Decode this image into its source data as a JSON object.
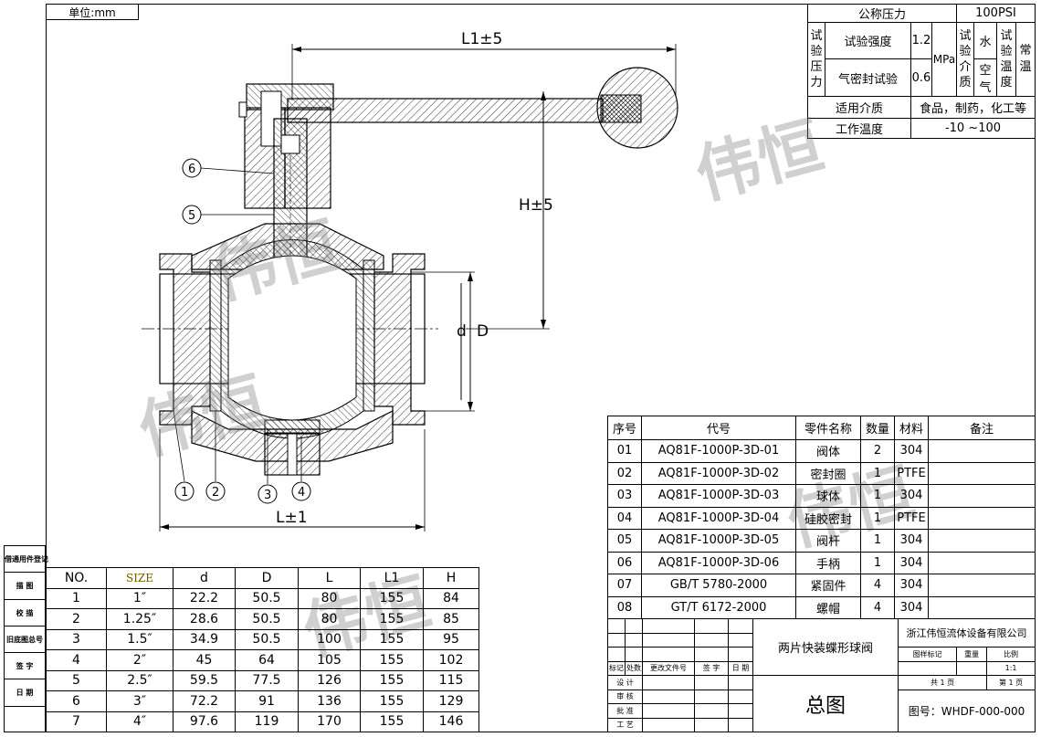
{
  "unit_label": "单位:mm",
  "side_labels": [
    "借通用件登记",
    "描 图",
    "校 描",
    "旧底图总号",
    "签 字",
    "日 期"
  ],
  "spec": {
    "nominal_pressure_label": "公称压力",
    "nominal_pressure_value": "100PSI",
    "test_pressure_label_1": "试",
    "test_pressure_label_2": "验",
    "test_pressure_label_3": "压",
    "test_pressure_label_4": "力",
    "strength_label": "试验强度",
    "strength_value": "1.2",
    "pressure_unit": "MPa",
    "seal_label": "气密封试验",
    "seal_value": "0.6",
    "medium_label_1": "试",
    "medium_label_2": "验",
    "medium_label_3": "介",
    "medium_label_4": "质",
    "medium_water": "水",
    "medium_air": "空气",
    "temp_label_1": "试",
    "temp_label_2": "验",
    "temp_label_3": "温",
    "temp_label_4": "度",
    "temp_value": "常温",
    "applicable_medium_label": "适用介质",
    "applicable_medium_value": "食品，制药，化工等",
    "work_temp_label": "工作温度",
    "work_temp_value": "-10 ~100"
  },
  "drawing": {
    "l1_label": "L1±5",
    "h_label": "H±5",
    "l_label": "L±1",
    "d_label": "d",
    "D_label": "D",
    "callouts": [
      "1",
      "2",
      "3",
      "4",
      "5",
      "6"
    ]
  },
  "dims_table": {
    "headers": [
      "NO.",
      "SIZE",
      "d",
      "D",
      "L",
      "L1",
      "H"
    ],
    "rows": [
      [
        "1",
        "1″",
        "22.2",
        "50.5",
        "80",
        "155",
        "84"
      ],
      [
        "2",
        "1.25″",
        "28.6",
        "50.5",
        "80",
        "155",
        "85"
      ],
      [
        "3",
        "1.5″",
        "34.9",
        "50.5",
        "100",
        "155",
        "95"
      ],
      [
        "4",
        "2″",
        "45",
        "64",
        "105",
        "155",
        "102"
      ],
      [
        "5",
        "2.5″",
        "59.5",
        "77.5",
        "126",
        "155",
        "115"
      ],
      [
        "6",
        "3″",
        "72.2",
        "91",
        "136",
        "155",
        "129"
      ],
      [
        "7",
        "4″",
        "97.6",
        "119",
        "170",
        "155",
        "146"
      ]
    ]
  },
  "parts_table": {
    "headers": [
      "序号",
      "代号",
      "零件名称",
      "数量",
      "材料",
      "备注"
    ],
    "rows": [
      [
        "01",
        "AQ81F-1000P-3D-01",
        "阀体",
        "2",
        "304",
        ""
      ],
      [
        "02",
        "AQ81F-1000P-3D-02",
        "密封圈",
        "1",
        "PTFE",
        ""
      ],
      [
        "03",
        "AQ81F-1000P-3D-03",
        "球体",
        "1",
        "304",
        ""
      ],
      [
        "04",
        "AQ81F-1000P-3D-04",
        "硅胶密封",
        "1",
        "PTFE",
        ""
      ],
      [
        "05",
        "AQ81F-1000P-3D-05",
        "阀杆",
        "1",
        "304",
        ""
      ],
      [
        "06",
        "AQ81F-1000P-3D-06",
        "手柄",
        "1",
        "304",
        ""
      ],
      [
        "07",
        "GB/T 5780-2000",
        "紧固件",
        "4",
        "304",
        ""
      ],
      [
        "08",
        "GT/T 6172-2000",
        "螺帽",
        "4",
        "304",
        ""
      ]
    ]
  },
  "title_block": {
    "rev_headers": [
      "标记",
      "处数",
      "更改文件号",
      "签 字",
      "日 期"
    ],
    "roles": [
      "设 计",
      "审 核",
      "批 准",
      "工 艺"
    ],
    "product_name": "两片快装蝶形球阀",
    "company": "浙江伟恒流体设备有限公司",
    "pattern_mark": "图样标记",
    "weight": "重量",
    "scale": "比例",
    "scale_value": "1:1",
    "total_pages": "共 1 页",
    "page_no": "第 1 页",
    "drawing_title": "总图",
    "drawing_no": "图号：WHDF-000-000"
  },
  "watermark_text": "伟恒"
}
